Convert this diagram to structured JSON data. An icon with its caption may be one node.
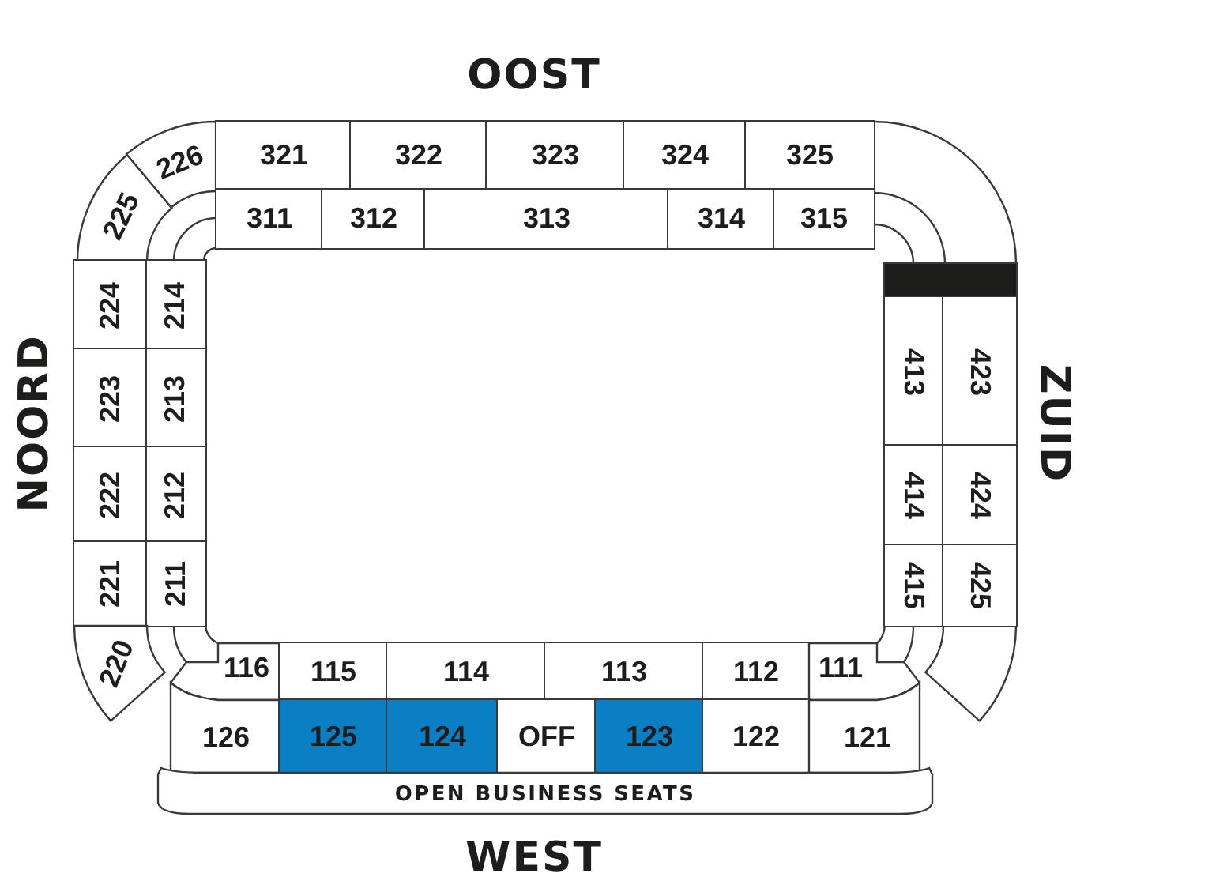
{
  "diagram": {
    "nodes": [
      {
        "text": [
          "226"
        ]
      },
      {
        "text": [
          "321"
        ]
      },
      {
        "text": [
          "322"
        ]
      },
      {
        "text": [
          "323"
        ]
      },
      {
        "text": [
          "324"
        ]
      },
      {
        "text": [
          "325"
        ]
      },
      {
        "text": [
          "225"
        ]
      },
      {
        "text": [
          "311"
        ]
      },
      {
        "text": [
          "312"
        ]
      },
      {
        "text": [
          "313"
        ]
      },
      {
        "text": [
          "314"
        ]
      },
      {
        "text": [
          "315"
        ]
      },
      {
        "text": [],
        "shape": "bar"
      },
      {
        "text": [
          "224"
        ]
      },
      {
        "text": [
          "214"
        ]
      },
      {
        "text": [
          "413"
        ]
      },
      {
        "text": [
          "423"
        ]
      },
      {
        "text": [
          "223"
        ]
      },
      {
        "text": [
          "213"
        ]
      },
      {
        "text": [
          "222"
        ]
      },
      {
        "text": [
          "212"
        ]
      },
      {
        "text": [
          "414"
        ]
      },
      {
        "text": [
          "424"
        ]
      },
      {
        "text": [
          "221"
        ]
      },
      {
        "text": [
          "211"
        ]
      },
      {
        "text": [
          "415"
        ]
      },
      {
        "text": [
          "425"
        ]
      },
      {
        "text": [
          "220"
        ]
      },
      {
        "text": [
          "116"
        ]
      },
      {
        "text": [
          "115"
        ]
      },
      {
        "text": [
          "114"
        ]
      },
      {
        "text": [
          "113"
        ]
      },
      {
        "text": [
          "112"
        ]
      },
      {
        "text": [
          "111"
        ]
      },
      {
        "text": [
          "126"
        ]
      },
      {
        "text": [
          "125"
        ]
      },
      {
        "text": [
          "124"
        ]
      },
      {
        "text": [
          "OFF"
        ]
      },
      {
        "text": [
          "123"
        ]
      },
      {
        "text": [
          "122"
        ]
      },
      {
        "text": [
          "121"
        ]
      },
      {
        "text": [
          "OPEN BUSINESS SEATS"
        ]
      }
    ],
    "labels": [
      "OOST",
      "NOORD",
      "ZUID",
      "WEST"
    ]
  }
}
